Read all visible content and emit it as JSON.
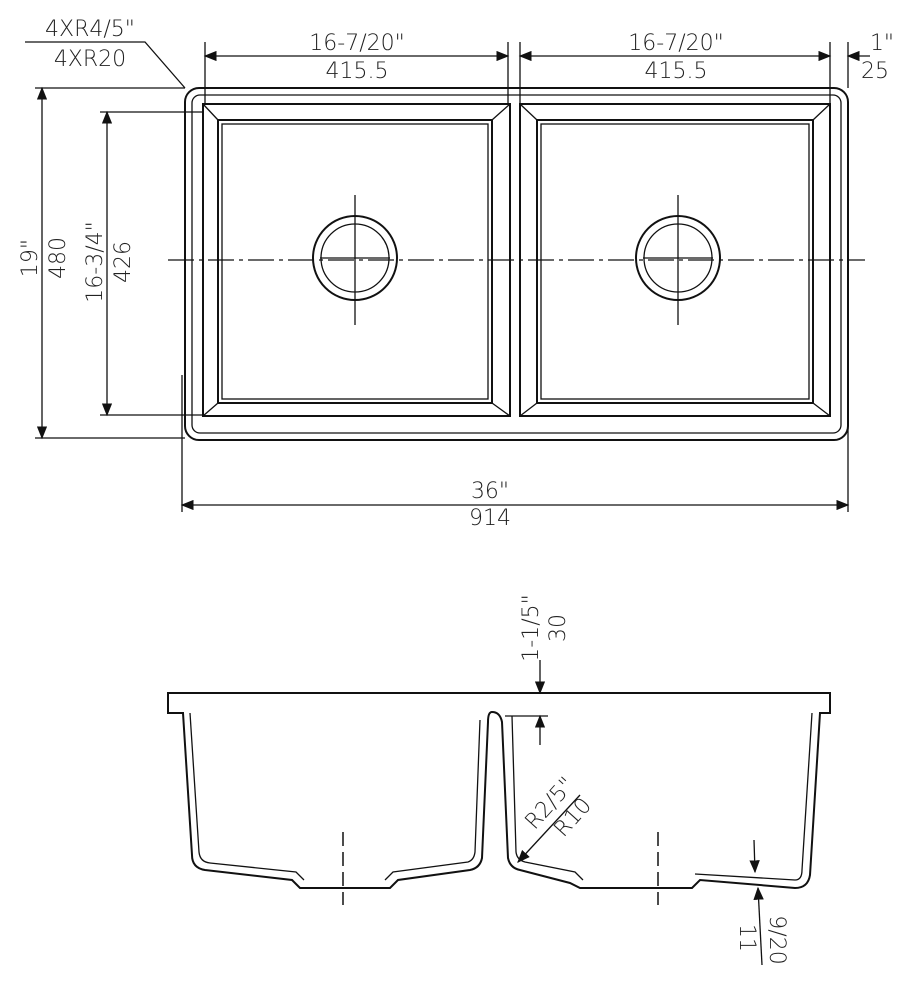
{
  "top_view": {
    "corner_radius": {
      "imperial": "4XR4/5\"",
      "metric": "4XR20"
    },
    "bowl_width_left": {
      "imperial": "16-7/20\"",
      "metric": "415.5"
    },
    "bowl_width_right": {
      "imperial": "16-7/20\"",
      "metric": "415.5"
    },
    "edge_width": {
      "imperial": "1\"",
      "metric": "25"
    },
    "overall_depth": {
      "imperial": "19\"",
      "metric": "480"
    },
    "bowl_depth": {
      "imperial": "16-3/4\"",
      "metric": "426"
    },
    "overall_width": {
      "imperial": "36\"",
      "metric": "914"
    }
  },
  "side_view": {
    "rim_height": {
      "imperial": "1-1/5\"",
      "metric": "30"
    },
    "inner_radius": {
      "imperial": "R2/5\"",
      "metric": "R10"
    },
    "wall_thickness": {
      "imperial": "9/20",
      "metric": "11"
    }
  }
}
